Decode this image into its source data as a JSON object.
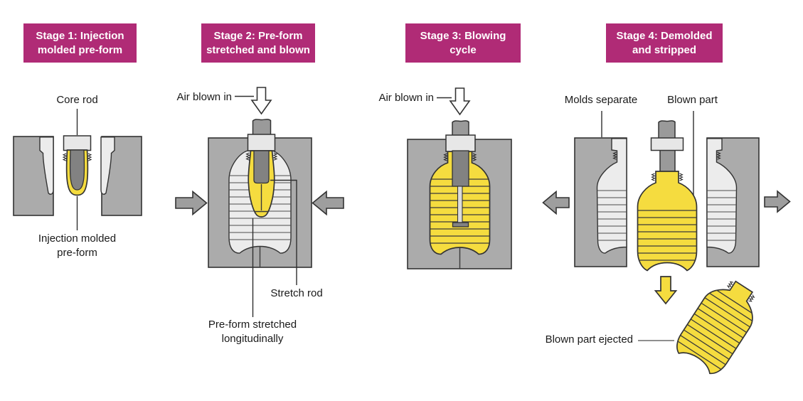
{
  "title": "Injection stretch blow molding process diagram",
  "colors": {
    "accent": "#B02B76",
    "mold": "#ABABAB",
    "cavity": "#ECECEC",
    "collar": "#E7E7E7",
    "yellow": "#F5DC3F",
    "rod": "#9A9A9A",
    "dark_rod": "#828282",
    "outline": "#333333",
    "arrow_gray": "#9E9E9E",
    "text": "#1A1A1A",
    "background": "#FFFFFF"
  },
  "stages": [
    {
      "header": "Stage 1: Injection molded pre-form",
      "labels": {
        "core_rod": "Core rod",
        "preform": "Injection molded pre-form"
      }
    },
    {
      "header": "Stage 2: Pre-form stretched and blown",
      "labels": {
        "air": "Air blown in",
        "stretch_rod": "Stretch rod",
        "stretched": "Pre-form stretched longitudinally"
      }
    },
    {
      "header": "Stage 3: Blowing cycle",
      "labels": {
        "air": "Air blown in"
      }
    },
    {
      "header": "Stage 4: Demolded and stripped",
      "labels": {
        "molds_separate": "Molds separate",
        "blown_part": "Blown part",
        "ejected": "Blown part ejected"
      }
    }
  ]
}
